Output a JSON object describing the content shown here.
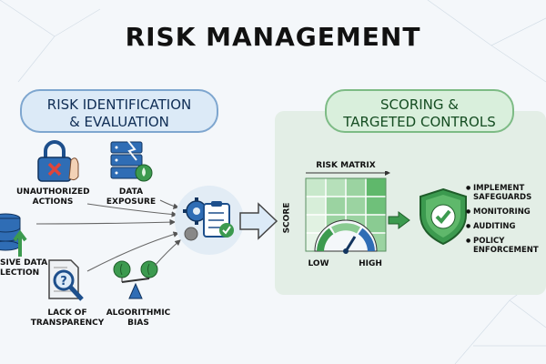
{
  "title": "RISK MANAGEMENT",
  "left_section": {
    "label_line1": "RISK IDENTIFICATION",
    "label_line2": "& EVALUATION"
  },
  "right_section": {
    "label_line1": "SCORING &",
    "label_line2": "TARGETED CONTROLS"
  },
  "risks": [
    {
      "line1": "UNAUTHORIZED",
      "line2": "ACTIONS",
      "icon": "lock-icon"
    },
    {
      "line1": "DATA",
      "line2": "EXPOSURE",
      "icon": "server-icon"
    },
    {
      "line1": "SIVE DATA",
      "line2": "LECTION",
      "icon": "database-icon"
    },
    {
      "line1": "LACK OF",
      "line2": "TRANSPARENCY",
      "icon": "document-question-icon"
    },
    {
      "line1": "ALGORITHMIC",
      "line2": "BIAS",
      "icon": "brain-scale-icon"
    }
  ],
  "matrix": {
    "title": "RISK MATRIX",
    "y_label": "SCORE",
    "low": "LOW",
    "high": "HIGH"
  },
  "controls": [
    "IMPLEMENT SAFEGUARDS",
    "MONITORING",
    "AUDITING",
    "POLICY ENFORCEMENT"
  ],
  "colors": {
    "blue": "#2f6db5",
    "green": "#3c9a4f",
    "accent": "#1d4f8c"
  }
}
